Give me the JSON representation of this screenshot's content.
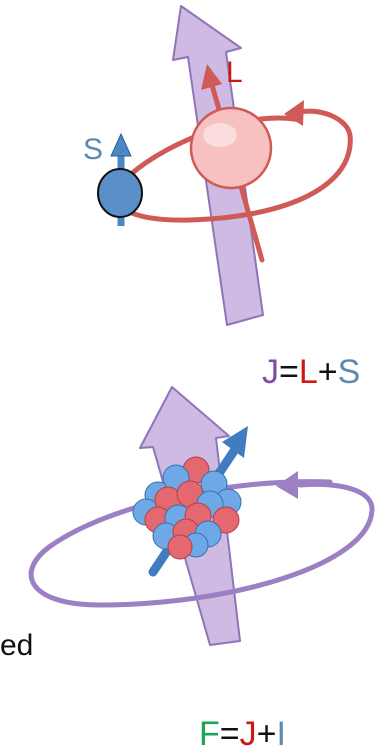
{
  "colors": {
    "j_arrow_fill": "#c9b3e0",
    "j_arrow_stroke": "#8f74b8",
    "orbit_red": "#d05a55",
    "electron_blue": "#4d86c4",
    "nucleus_red": "#e46870",
    "nucleus_blue": "#6ea8e6",
    "spin_blue": "#3f7cc0",
    "orbit_purple": "#9d7fc4",
    "text_purple": "#7b4ea3",
    "text_red": "#cc1a12",
    "text_steel": "#5d8ab0",
    "text_green": "#1aa658",
    "text_black": "#111111"
  },
  "labels": {
    "spin": "S",
    "orbital": "L"
  },
  "equation_j": {
    "lhs": "J",
    "eq": "=",
    "t1": "L",
    "plus": "+",
    "t2": "S"
  },
  "equation_f": {
    "lhs": "F",
    "eq": "=",
    "t1": "J",
    "plus": "+",
    "t2": "I"
  },
  "cut_text": "ed"
}
